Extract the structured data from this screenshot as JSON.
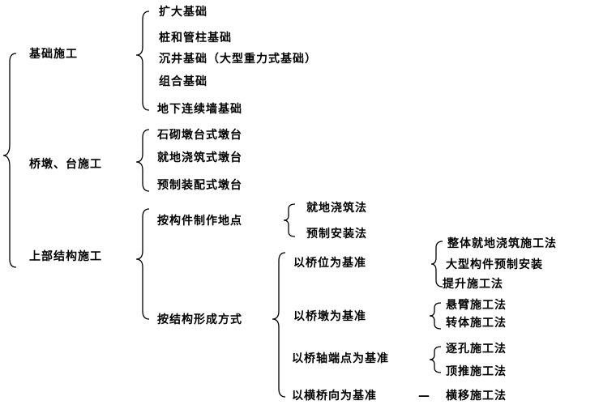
{
  "tree": {
    "root_items": [
      "基础施工",
      "桥墩、台施工",
      "上部结构施工"
    ],
    "foundation": [
      "扩大基础",
      "桩和管柱基础",
      "沉井基础（大型重力式基础）",
      "组合基础",
      "地下连续墙基础"
    ],
    "pier": [
      "石砌墩台式墩台",
      "就地浇筑式墩台",
      "预制装配式墩台"
    ],
    "superstructure": {
      "by_location": {
        "label": "按构件制作地点",
        "items": [
          "就地浇筑法",
          "预制安装法"
        ]
      },
      "by_method": {
        "label": "按结构形成方式",
        "groups": [
          {
            "label": "以桥位为基准",
            "items": [
              "整体就地浇筑施工法",
              "大型构件预制安装",
              "提升施工法"
            ]
          },
          {
            "label": "以桥墩为基准",
            "items": [
              "悬臂施工法",
              "转体施工法"
            ]
          },
          {
            "label": "以桥轴端点为基准",
            "items": [
              "逐孔施工法",
              "顶推施工法"
            ]
          },
          {
            "label": "以横桥向为基准",
            "dash": "—",
            "items": [
              "横移施工法"
            ]
          }
        ]
      }
    }
  }
}
